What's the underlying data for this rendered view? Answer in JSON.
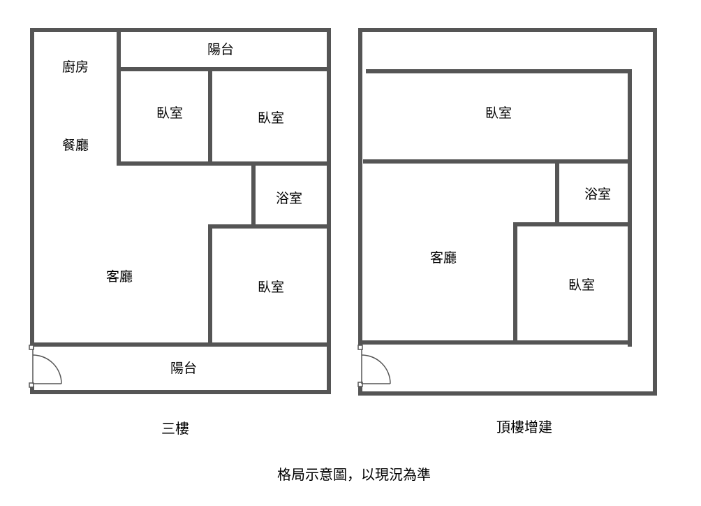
{
  "colors": {
    "wall": "#555555",
    "text": "#000000",
    "background": "#ffffff"
  },
  "floor_3": {
    "title": "三樓",
    "rooms": {
      "kitchen": "廚房",
      "balcony_top": "陽台",
      "bedroom_1": "臥室",
      "bedroom_2": "臥室",
      "dining": "餐廳",
      "bathroom": "浴室",
      "living": "客廳",
      "bedroom_3": "臥室",
      "balcony_bottom": "陽台"
    }
  },
  "roof_floor": {
    "title": "頂樓增建",
    "rooms": {
      "bedroom_top": "臥室",
      "bathroom": "浴室",
      "living": "客廳",
      "bedroom": "臥室"
    }
  },
  "footnote": "格局示意圖，以現況為準"
}
